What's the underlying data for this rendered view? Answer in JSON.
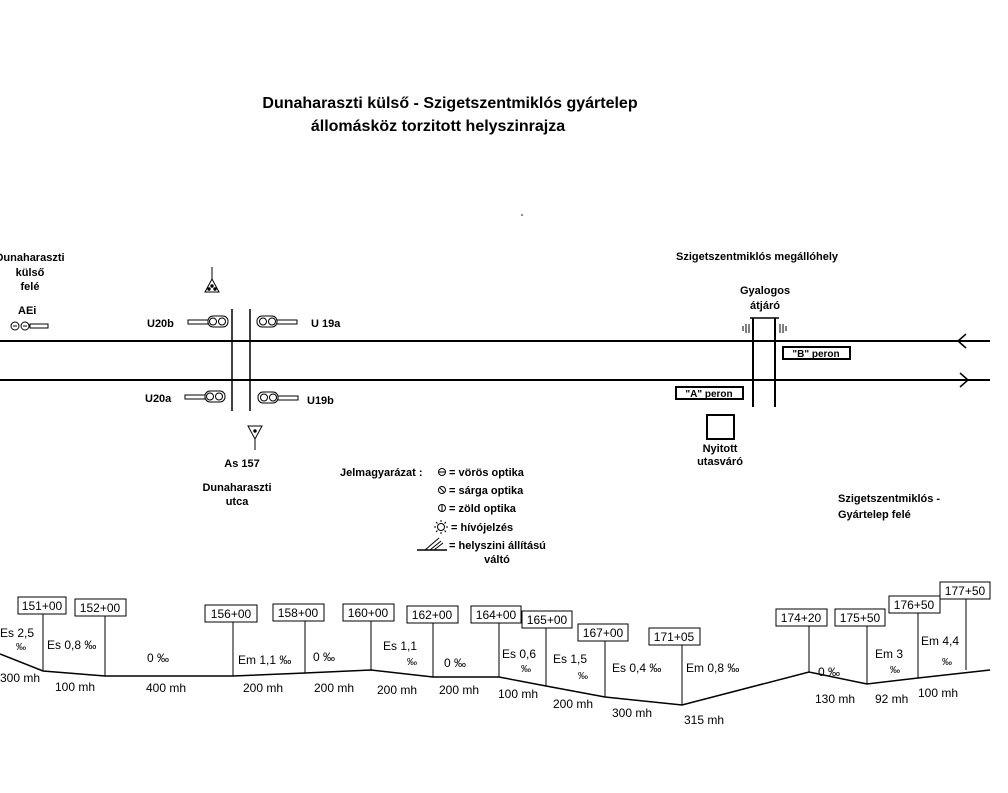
{
  "title": {
    "line1": "Dunaharaszti külső - Szigetszentmiklós gyártelep",
    "line2": "állomásköz torzitott helyszinrajza"
  },
  "left_direction": [
    "Dunaharaszti",
    "külső",
    "felé"
  ],
  "right_direction": [
    "Szigetszentmiklós -",
    "Gyártelep  felé"
  ],
  "station": "Szigetszentmiklós  megállóhely",
  "crossing": [
    "Gyalogos",
    "átjáró"
  ],
  "platforms": {
    "a": "\"A\" peron",
    "b": "\"B\" peron"
  },
  "waiting_room": [
    "Nyitott",
    "utasváró"
  ],
  "road": [
    "Dunaharaszti",
    "utca"
  ],
  "signals": {
    "aei": "AEi",
    "u20b": "U20b",
    "u19a": "U 19a",
    "u20a": "U20a",
    "u19b": "U19b",
    "as157": "As 157"
  },
  "legend": {
    "title": "Jelmagyarázat :",
    "red": "= vörös optika",
    "yellow": "= sárga optika",
    "green": "= zöld optika",
    "call": "= hívójelzés",
    "switch": "= helyszini állítású",
    "switch2": "váltó"
  },
  "profile": {
    "kilometer_posts": [
      "151+00",
      "152+00",
      "156+00",
      "158+00",
      "160+00",
      "162+00",
      "164+00",
      "165+00",
      "167+00",
      "171+05",
      "174+20",
      "175+50",
      "176+50",
      "177+50"
    ],
    "gradients": [
      [
        "Es 2,5",
        "‰"
      ],
      [
        "Es 0,8 ‰"
      ],
      [
        "0 ‰"
      ],
      [
        "Em 1,1 ‰"
      ],
      [
        "0 ‰"
      ],
      [
        "Es 1,1",
        "‰"
      ],
      [
        "0 ‰"
      ],
      [
        "Es 0,6",
        "‰"
      ],
      [
        "Es 1,5",
        "‰"
      ],
      [
        "Es 0,4 ‰"
      ],
      [
        "Em 0,8 ‰"
      ],
      [
        "0 ‰"
      ],
      [
        "Em 3",
        "‰"
      ],
      [
        "Em 4,4",
        "‰"
      ]
    ],
    "lengths": [
      "300 mh",
      "100 mh",
      "400 mh",
      "200 mh",
      "200 mh",
      "200 mh",
      "200 mh",
      "100 mh",
      "200 mh",
      "300 mh",
      "315 mh",
      "130 mh",
      "92 mh",
      "100 mh"
    ]
  }
}
